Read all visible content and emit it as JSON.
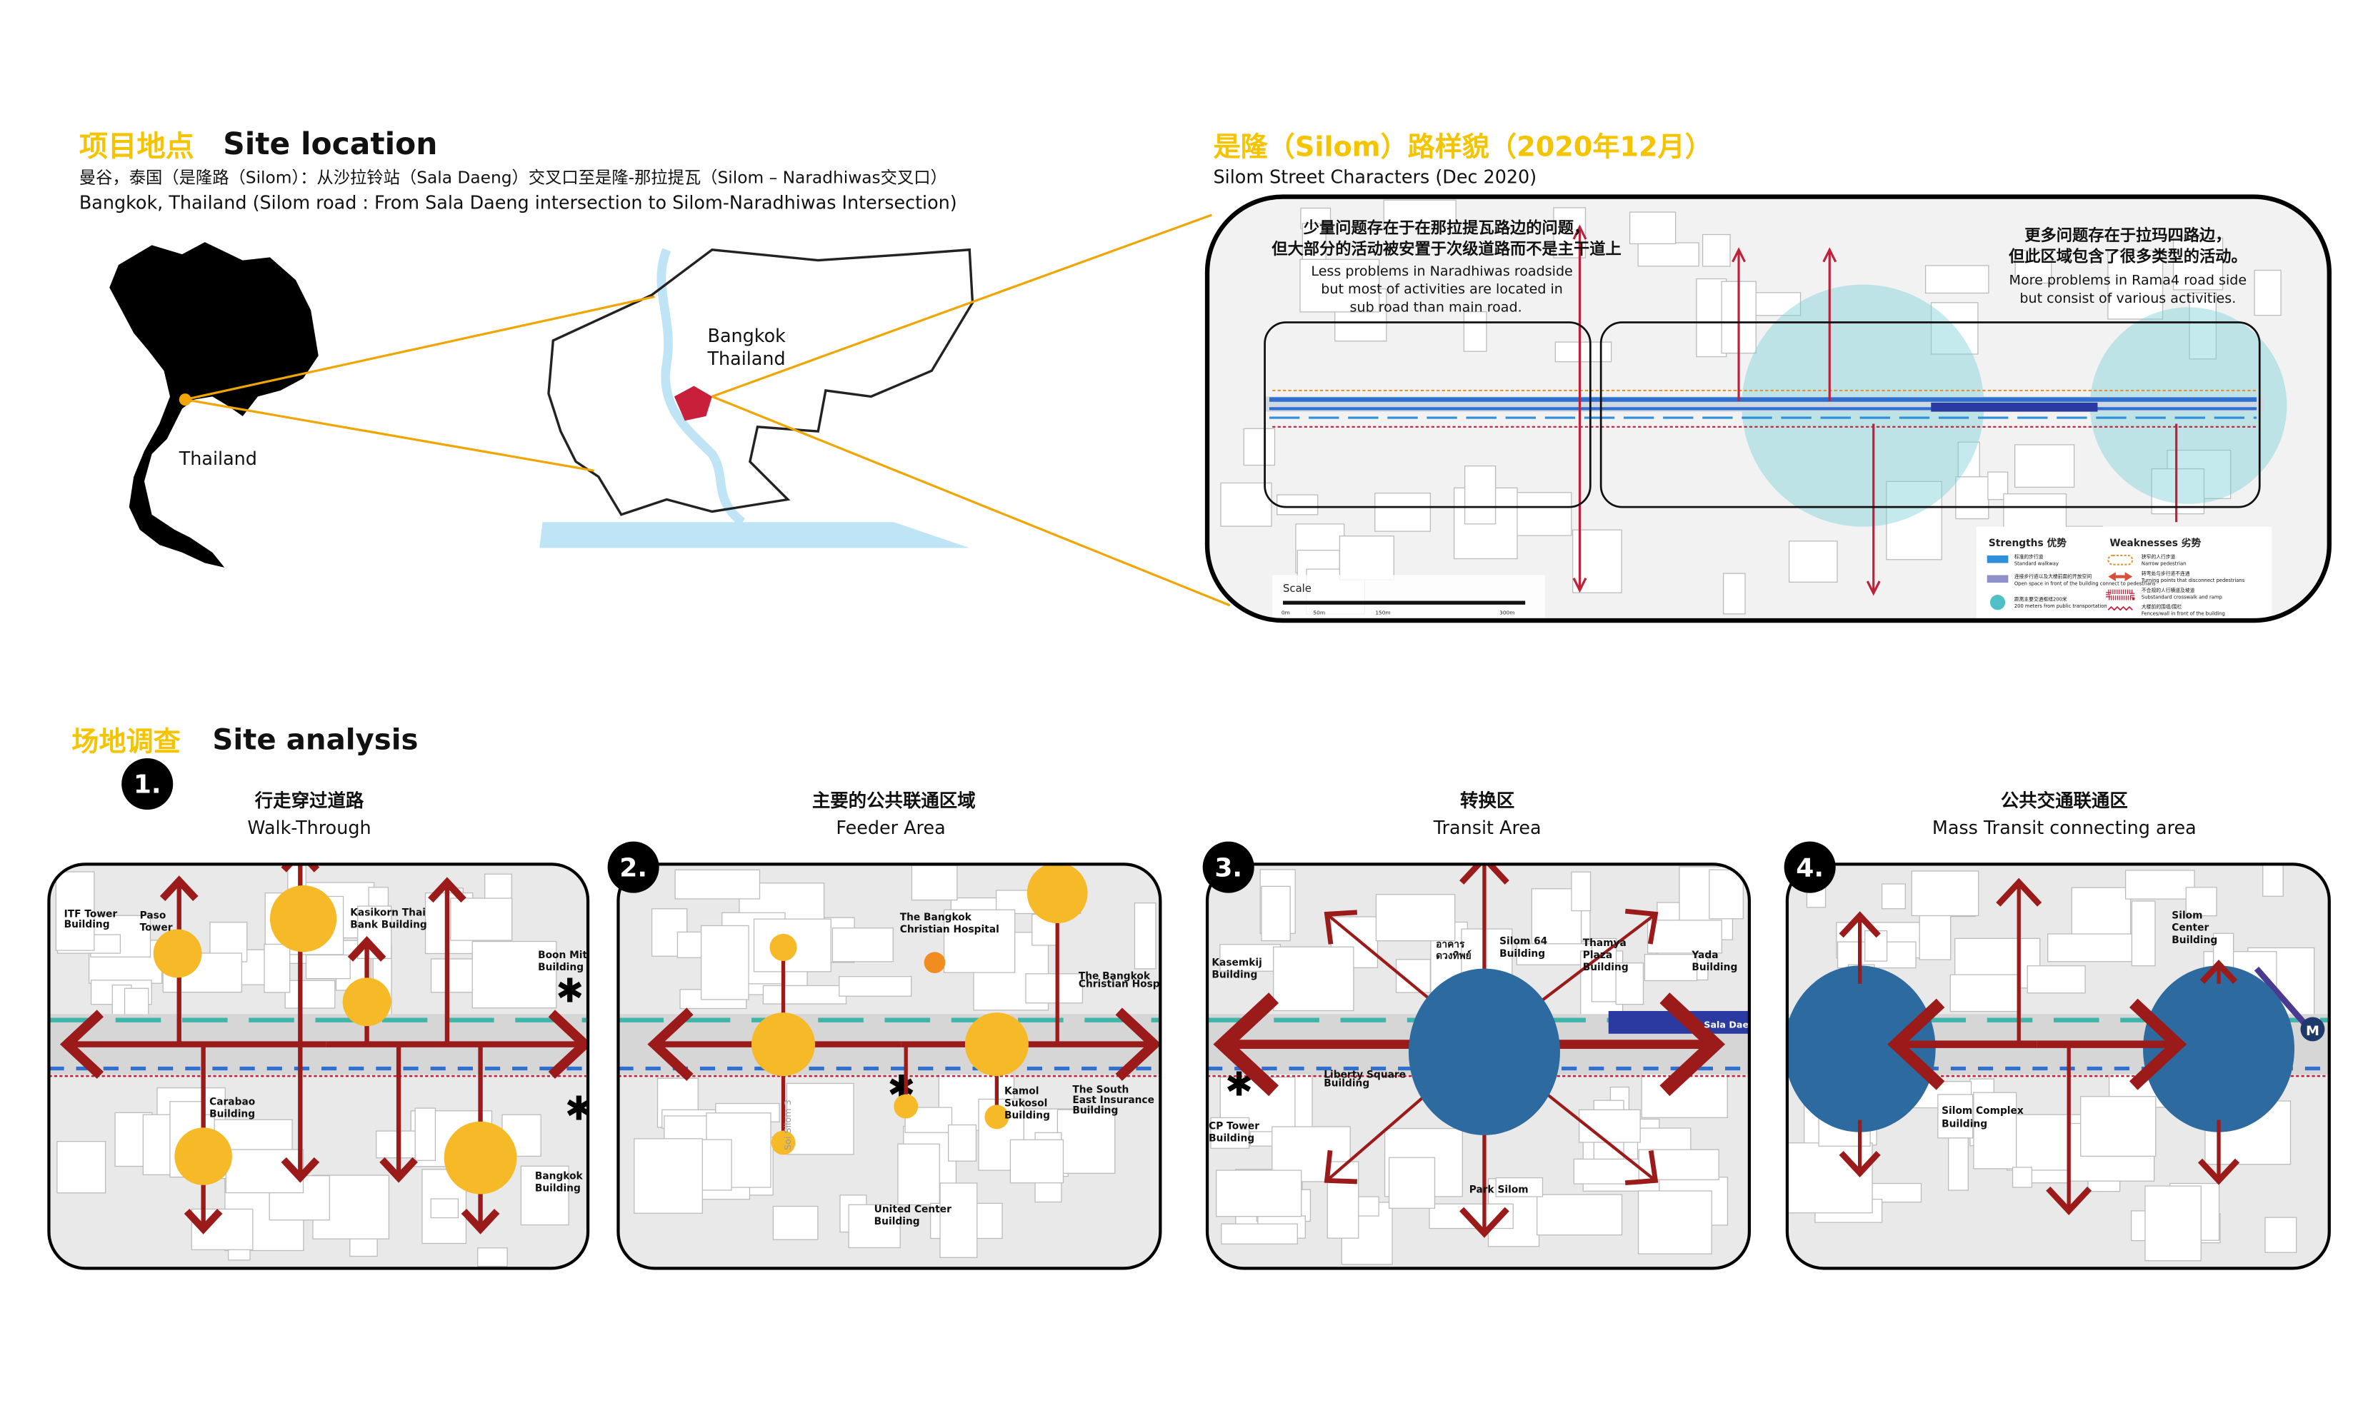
{
  "site_location": {
    "title_cn": "项目地点",
    "title_en": "Site location",
    "desc_cn": "曼谷，泰国（是隆路（Silom）：从沙拉铃站（Sala Daeng）交叉口至是隆-那拉提瓦（Silom – Naradhiwas交叉口）",
    "desc_en": "Bangkok, Thailand (Silom road : From Sala Daeng intersection to Silom-Naradhiwas Intersection)",
    "map_label_thailand": "Thailand",
    "map_label_bangkok_1": "Bangkok",
    "map_label_bangkok_2": "Thailand"
  },
  "street_characters": {
    "title_cn": "是隆（Silom）路样貌（2020年12月）",
    "subtitle": "Silom Street Characters (Dec 2020)",
    "left_note_cn": [
      "少量问题存在于在那拉提瓦路边的问题，",
      "但大部分的活动被安置于次级道路而不是主干道上"
    ],
    "left_note_en": [
      "Less problems in Naradhiwas roadside",
      "but most of activities are located in",
      "sub road than main road."
    ],
    "right_note_cn": [
      "更多问题存在于拉玛四路边，",
      "但此区域包含了很多类型的活动。"
    ],
    "right_note_en": [
      "More problems in Rama4 road side",
      "but consist of various activities."
    ],
    "scale": {
      "label": "Scale",
      "ticks": [
        "0m",
        "50m",
        "150m",
        "300m"
      ]
    },
    "legend": {
      "strengths_title": "Strengths 优势",
      "weaknesses_title": "Weaknesses 劣势",
      "strengths": [
        {
          "cn": "标准的步行道",
          "en": "Standard walkway",
          "color": "#2f8fd8"
        },
        {
          "cn": "连接步行道以及大楼前面的开放空间",
          "en": "Open space in front of the building connect to pedestrians",
          "color": "#8f90c8"
        },
        {
          "cn": "距离主要交通枢纽200米",
          "en": "200 meters from public transportation",
          "color": "#4fc0c8"
        }
      ],
      "weaknesses": [
        {
          "cn": "狭窄的人行步道",
          "en": "Narrow pedestrian",
          "color": "#e0953a"
        },
        {
          "cn": "转弯处与步行道不连通",
          "en": "Turning points that disconnect pedestrians",
          "color": "#d9503a"
        },
        {
          "cn": "不合规的人行横道及坡道",
          "en": "Substandard crosswalk and ramp",
          "color": "#c0203a"
        },
        {
          "cn": "大楼前的围墙/围栏",
          "en": "Fences/wall in front of the building",
          "color": "#c0203a"
        }
      ]
    }
  },
  "site_analysis": {
    "title_cn": "场地调查",
    "title_en": "Site analysis",
    "panels": [
      {
        "number": "1.",
        "title_cn": "行走穿过道路",
        "title_en": "Walk-Through",
        "buildings": [
          "ITF Tower Building",
          "Paso Tower",
          "Kasikorn Thai Bank Building",
          "Boon Mitr Building",
          "Carabao Building",
          "Bangkok Bank Building"
        ]
      },
      {
        "number": "2.",
        "title_cn": "主要的公共联通区域",
        "title_en": "Feeder Area",
        "buildings": [
          "The Bangkok Christian Hospital",
          "The Bangkok Christian Hospital",
          "Kamol Sukosol Building",
          "The South East Insurance Building",
          "United Center Building",
          "Soi Silom 3"
        ]
      },
      {
        "number": "3.",
        "title_cn": "转换区",
        "title_en": "Transit Area",
        "buildings": [
          "Kasemkij Building",
          "อาคาร ดวงทิพย์",
          "Silom 64 Building",
          "Thamya Plaza Building",
          "Yada Building",
          "Liberty Square Building",
          "CP Tower Building",
          "Park Silom",
          "Sala Daeng BTS"
        ]
      },
      {
        "number": "4.",
        "title_cn": "公共交通联通区",
        "title_en": "Mass Transit connecting area",
        "buildings": [
          "Silom Center Building",
          "Silom Complex Building",
          "M"
        ]
      }
    ]
  },
  "colors": {
    "accent_yellow": "#f5c400",
    "arrow_red": "#9b1b1b",
    "activity_yellow": "#f6b928",
    "transit_blue": "#2d6a9f",
    "leader_orange": "#f0a500"
  }
}
